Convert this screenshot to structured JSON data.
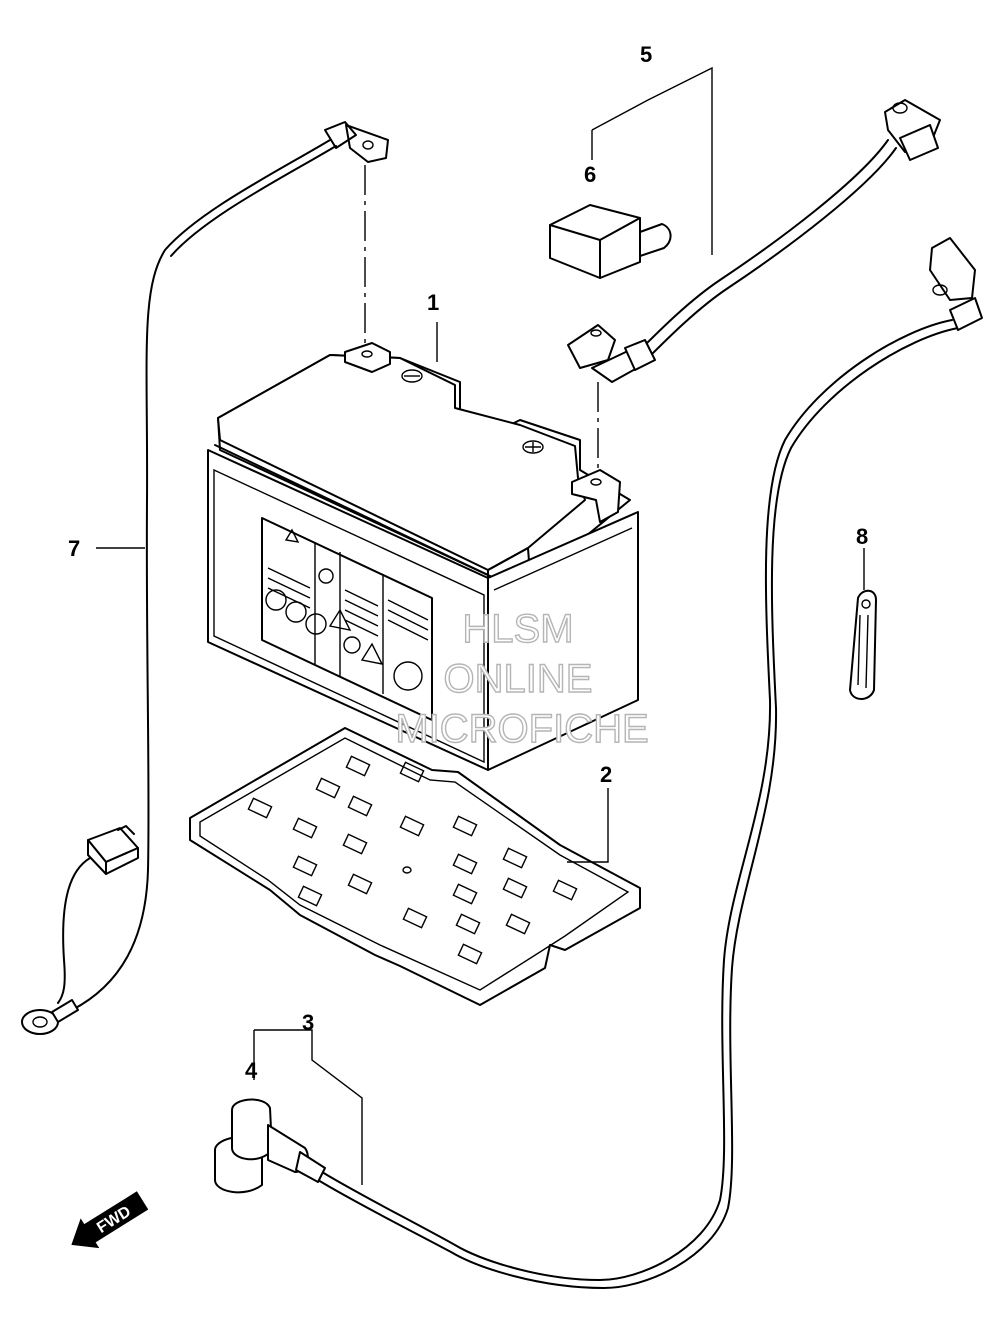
{
  "callouts": {
    "c1": "1",
    "c2": "2",
    "c3": "3",
    "c4": "4",
    "c5": "5",
    "c6": "6",
    "c7": "7",
    "c8": "8"
  },
  "watermark": {
    "line1": "HLSM",
    "line2": "ONLINE",
    "line3": "MICROFICHE"
  },
  "fwd_label": "FWD"
}
